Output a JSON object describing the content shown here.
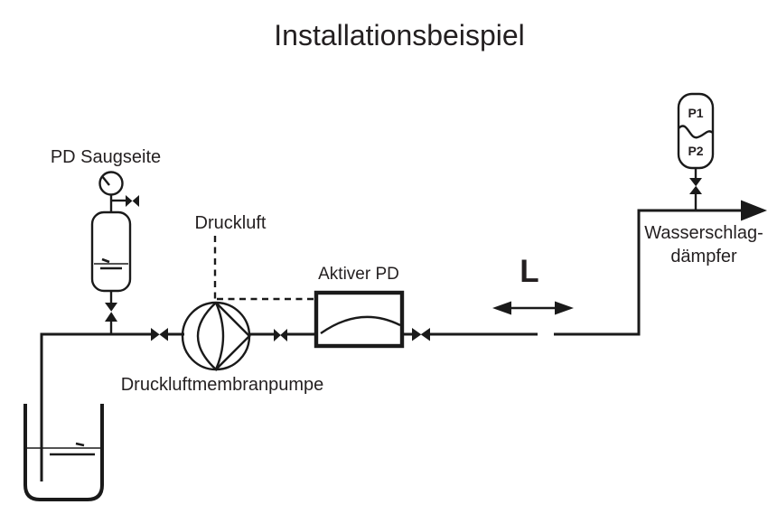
{
  "title": "Installationsbeispiel",
  "colors": {
    "line": "#1a1a1a",
    "text": "#231f20",
    "background": "#ffffff"
  },
  "labels": {
    "suction_damper": "PD Saugseite",
    "compressed_air": "Druckluft",
    "active_damper": "Aktiver PD",
    "pump": "Druckluftmembranpumpe",
    "distance": "L",
    "water_hammer_damper_line1": "Wasserschlag-",
    "water_hammer_damper_line2": "dämpfer",
    "chamber_top": "P1",
    "chamber_bottom": "P2"
  },
  "components": [
    {
      "name": "suction-tank",
      "symbol": "open-tank-with-liquid-level"
    },
    {
      "name": "pd-saugseite-damper",
      "symbol": "vessel-with-pressure-gauge-and-side-valve"
    },
    {
      "name": "druckluftmembranpumpe",
      "symbol": "circle-with-diaphragm-lens-and-triangle"
    },
    {
      "name": "aktiver-pd",
      "symbol": "rectangle-with-membrane-curve"
    },
    {
      "name": "wasserschlag-daempfer",
      "symbol": "capsule-vessel-with-chambers-P1-P2"
    },
    {
      "name": "shut-off-valve",
      "symbol": "bowtie-valve",
      "count": 6
    },
    {
      "name": "compressed-air-supply",
      "symbol": "dashed-line"
    },
    {
      "name": "distance-marker",
      "symbol": "double-headed-arrow"
    },
    {
      "name": "flow-direction",
      "symbol": "filled-arrowhead"
    }
  ]
}
